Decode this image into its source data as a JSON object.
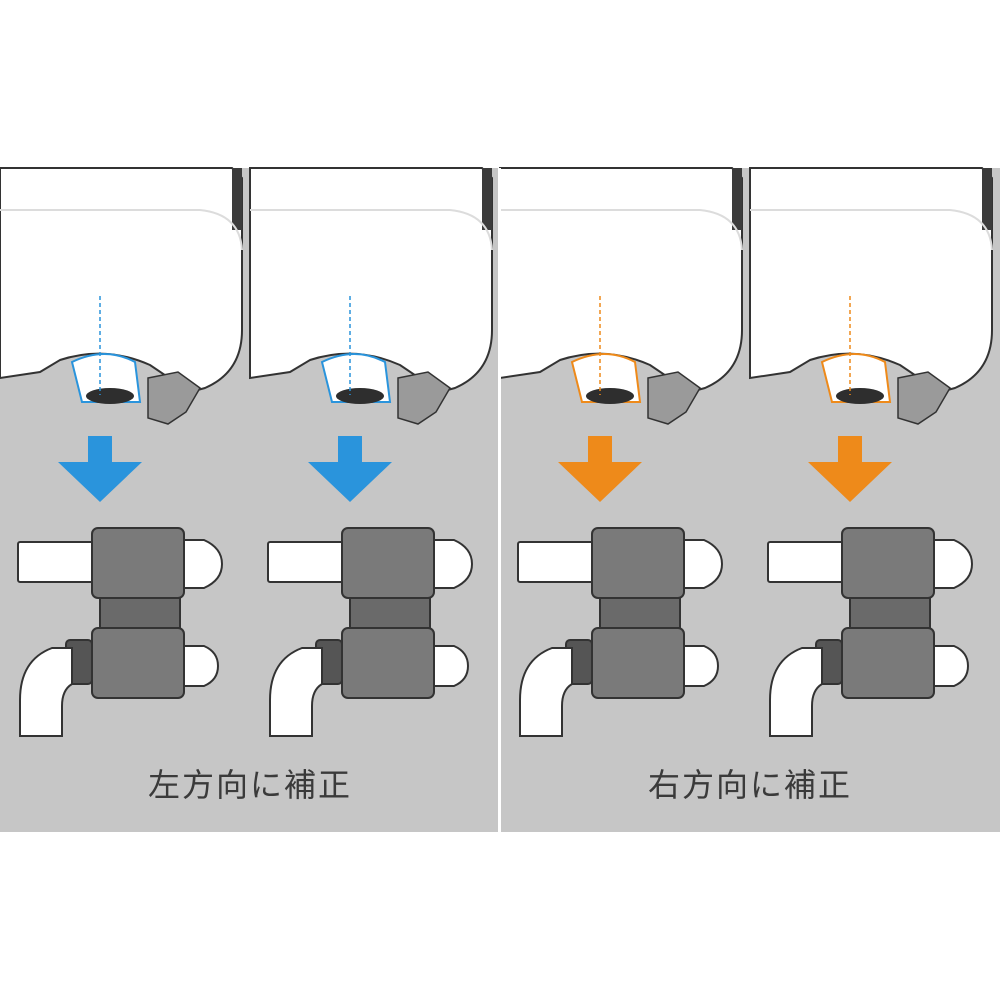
{
  "captions": {
    "left": "左方向に補正",
    "right": "右方向に補正"
  },
  "colors": {
    "background": "#ffffff",
    "panel": "#c6c6c6",
    "basin": "#ffffff",
    "basin_shadow": "#dcdcdc",
    "divider": "#ffffff",
    "blue": "#2a94dc",
    "orange": "#ee8a1a",
    "fitting": "#7a7a7a",
    "fitting_dark": "#555555",
    "pipe": "#ffffff",
    "outline": "#333333",
    "text": "#3a3a3a"
  },
  "diagram": {
    "groups": [
      {
        "id": "left",
        "direction": "left",
        "color": "blue",
        "caption_key": "left",
        "panels": 2
      },
      {
        "id": "right",
        "direction": "right",
        "color": "orange",
        "caption_key": "right",
        "panels": 2
      }
    ]
  }
}
